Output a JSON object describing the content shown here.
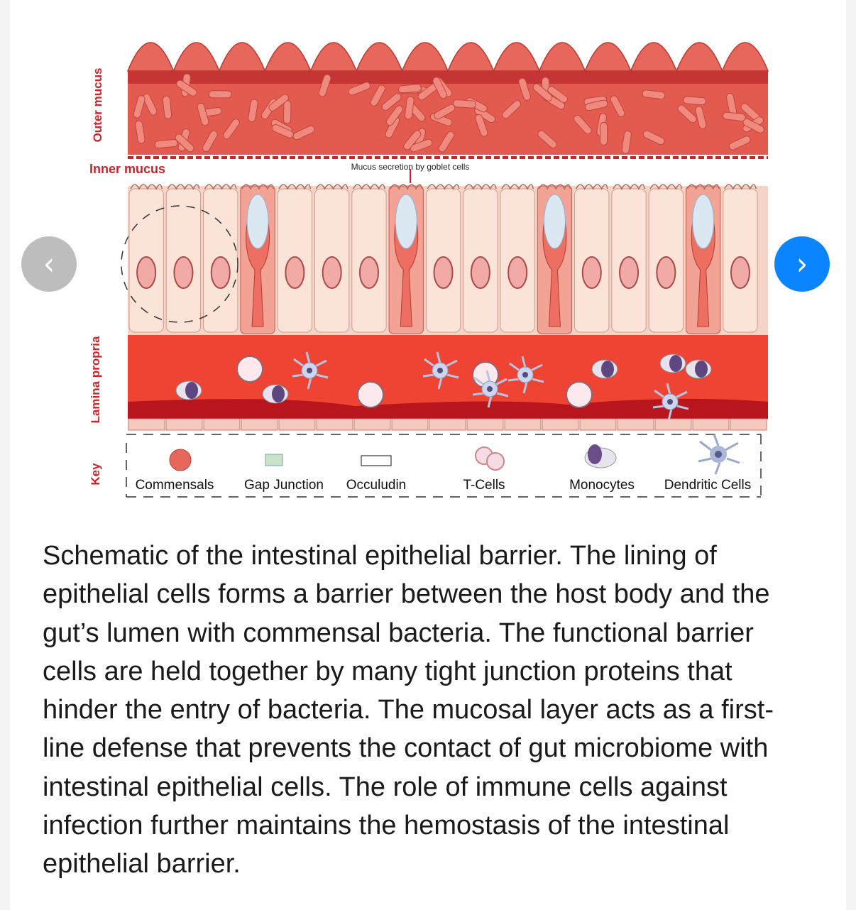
{
  "figure": {
    "layer_labels": {
      "outer_mucus": "Outer mucus",
      "inner_mucus": "Inner mucus",
      "lamina_propria": "Lamina propria",
      "key": "Key"
    },
    "annotation": "Mucus secretion by goblet cells",
    "key_items": [
      "Commensals",
      "Gap Junction",
      "Occuludin",
      "T-Cells",
      "Monocytes",
      "Dendritic Cells"
    ],
    "colors": {
      "label_red": "#c8252c",
      "mucus": "#e8675c",
      "lamina": "#ef4433",
      "epithelial": "#fbe3d7",
      "goblet": "#f3897a"
    }
  },
  "navigation": {
    "prev_icon": "chevron-left-icon",
    "prev_glyph": "‹",
    "next_icon": "chevron-right-icon",
    "next_glyph": "›"
  },
  "caption": "Schematic of the intestinal epithelial barrier. The lining of epithelial cells forms a barrier between the host body and the gut’s lumen with commensal bacteria. The functional barrier cells are held together by many tight junction proteins that hinder the entry of bacteria. The mucosal layer acts as a first-line defense that prevents the contact of gut microbiome with intestinal epithelial cells. The role of immune cells against infection further maintains the hemostasis of the intestinal epithelial barrier."
}
